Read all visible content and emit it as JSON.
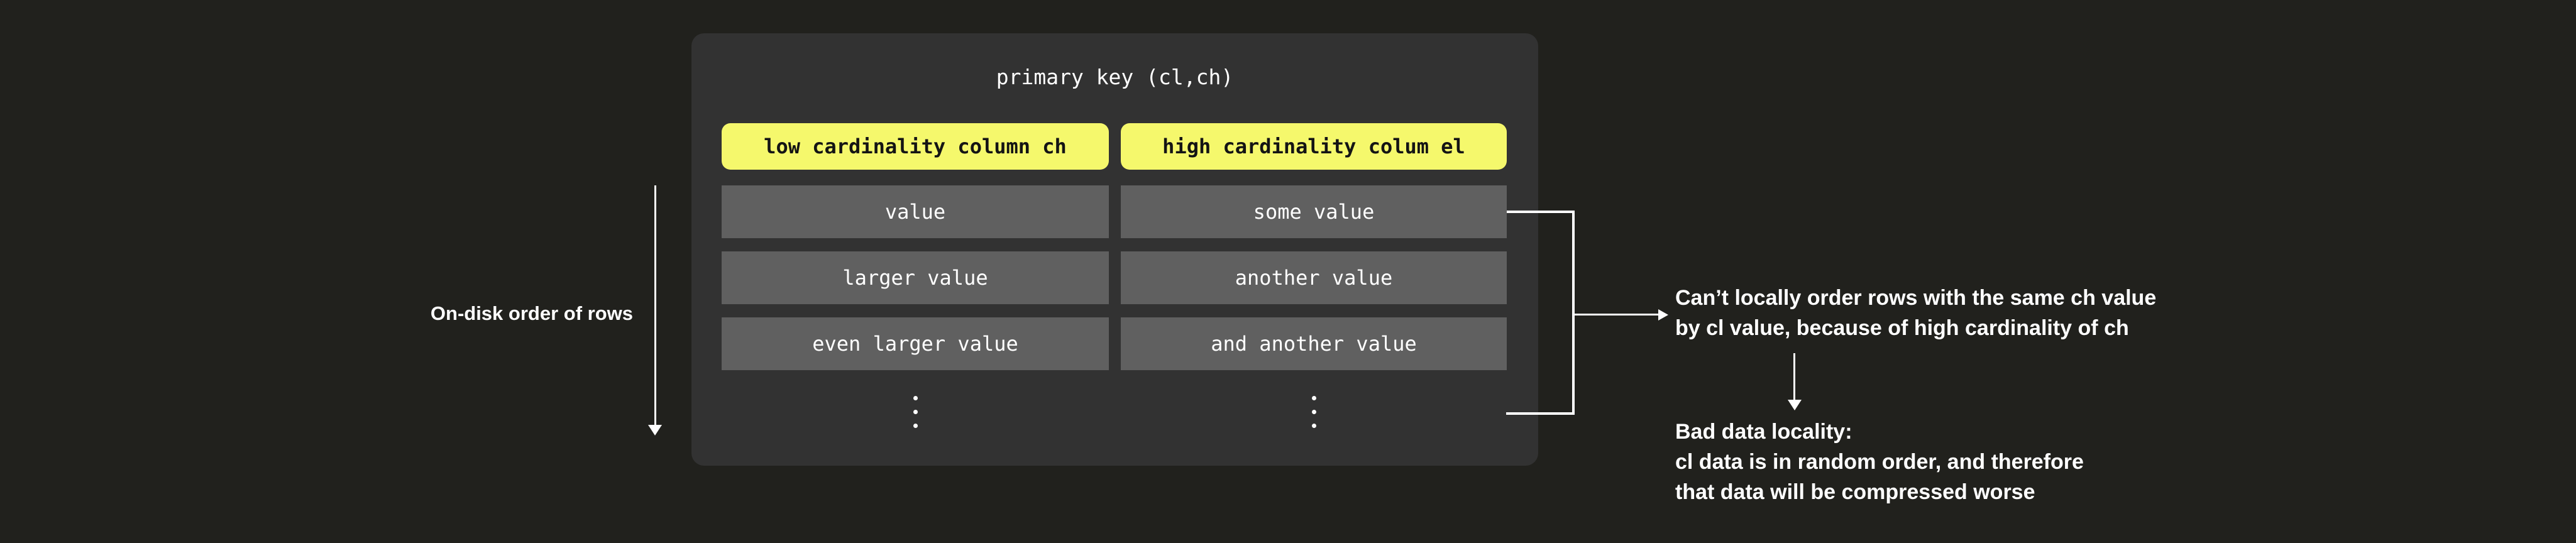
{
  "colors": {
    "background": "#21211d",
    "panel": "#323232",
    "header_bg": "#f5f86c",
    "header_text": "#141414",
    "row_bg": "#606060",
    "text": "#ffffff"
  },
  "panel": {
    "title": "primary key (cl,ch)",
    "columns": [
      {
        "header": "low cardinality column ch",
        "rows": [
          "value",
          "larger value",
          "even larger value"
        ]
      },
      {
        "header": "high cardinality colum el",
        "rows": [
          "some value",
          "another value",
          "and another value"
        ]
      }
    ]
  },
  "annotations": {
    "left_label": "On-disk order of rows",
    "note1": {
      "line1": "Can’t locally order rows with the same ch value",
      "line2": "by cl value, because of high cardinality of ch"
    },
    "note2": {
      "line1": "Bad data locality:",
      "line2": "cl data is in random order, and therefore",
      "line3": "that data will be compressed worse"
    }
  }
}
